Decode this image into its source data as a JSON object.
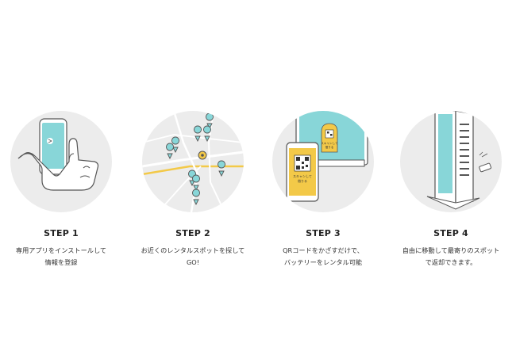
{
  "colors": {
    "circle_bg": "#ececec",
    "accent_teal": "#88d6d8",
    "accent_yellow": "#f3c948",
    "outline": "#555555"
  },
  "steps": [
    {
      "title": "STEP 1",
      "desc_lines": [
        "専用アプリをインストールして",
        "情報を登録"
      ],
      "illustration": "hand-holding-phone-icon"
    },
    {
      "title": "STEP 2",
      "desc_lines": [
        "お近くのレンタルスポットを探して",
        "GO!"
      ],
      "illustration": "map-with-pins-icon"
    },
    {
      "title": "STEP 3",
      "desc_lines": [
        "QRコードをかざすだけで、",
        "バッテリーをレンタル可能"
      ],
      "illustration": "phone-scanning-qr-icon",
      "phone_label_lines": [
        "スキャンして",
        "借りる"
      ],
      "kiosk_label_lines": [
        "スキャンして",
        "借りる"
      ]
    },
    {
      "title": "STEP 4",
      "desc_lines": [
        "自由に移動して最寄りのスポット",
        "で返却できます。"
      ],
      "illustration": "battery-return-station-icon"
    }
  ]
}
